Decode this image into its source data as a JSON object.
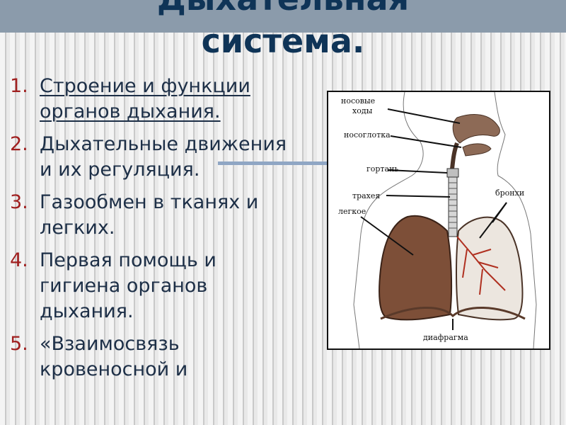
{
  "title": {
    "line1": "Дыхательная",
    "line2": "система."
  },
  "items": [
    {
      "num": "1.",
      "text": "Строение и функции органов дыхания."
    },
    {
      "num": "2.",
      "text": "Дыхательные движения и их регуляция."
    },
    {
      "num": "3.",
      "text": "Газообмен в тканях и легких."
    },
    {
      "num": "4.",
      "text": "Первая помощь и гигиена органов дыхания."
    },
    {
      "num": "5.",
      "text": "«Взаимосвязь кровеносной и"
    }
  ],
  "diagram": {
    "labels": {
      "nasal_line1": "носовые",
      "nasal_line2": "ходы",
      "nasopharynx": "носоглотка",
      "larynx": "гортань",
      "trachea": "трахея",
      "lung": "легкое",
      "bronchi": "бронхи",
      "diaphragm": "диафрагма"
    }
  }
}
